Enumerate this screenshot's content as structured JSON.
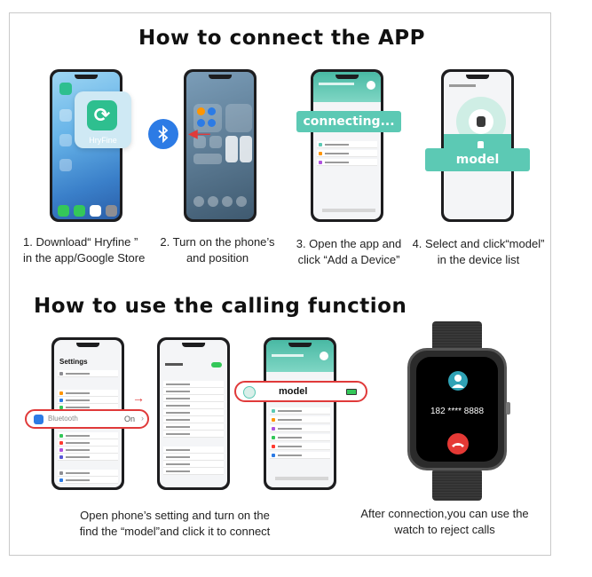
{
  "section1": {
    "title": "How to connect the APP",
    "step1": {
      "line1": "1. Download“ Hryfine ”",
      "line2": "in the app/Google Store",
      "app_name": "HryFine"
    },
    "step2": {
      "line1": "2. Turn on the phone’s",
      "line2": "and position"
    },
    "step3": {
      "line1": "3. Open the app and",
      "line2": "click “Add a Device”",
      "pill": "connecting..."
    },
    "step4": {
      "line1": "4. Select and click“model”",
      "line2": "in the device list",
      "pill": "model"
    }
  },
  "section2": {
    "title": "How to use the calling function",
    "settings_title": "Settings",
    "bluetooth_label": "Bluetooth",
    "bluetooth_state": "On",
    "device_label": "model",
    "caption_left_line1": "Open phone’s setting and turn on the",
    "caption_left_line2": "find the “model”and click it to connect",
    "caption_right_line1": "After connection,you can use the",
    "caption_right_line2": "watch to reject calls",
    "caller_number": "182 **** 8888"
  },
  "colors": {
    "accent_teal": "#5cc9b4",
    "bluetooth_blue": "#2c7be5",
    "highlight_red": "#e03a3a",
    "reject_red": "#e53935"
  }
}
